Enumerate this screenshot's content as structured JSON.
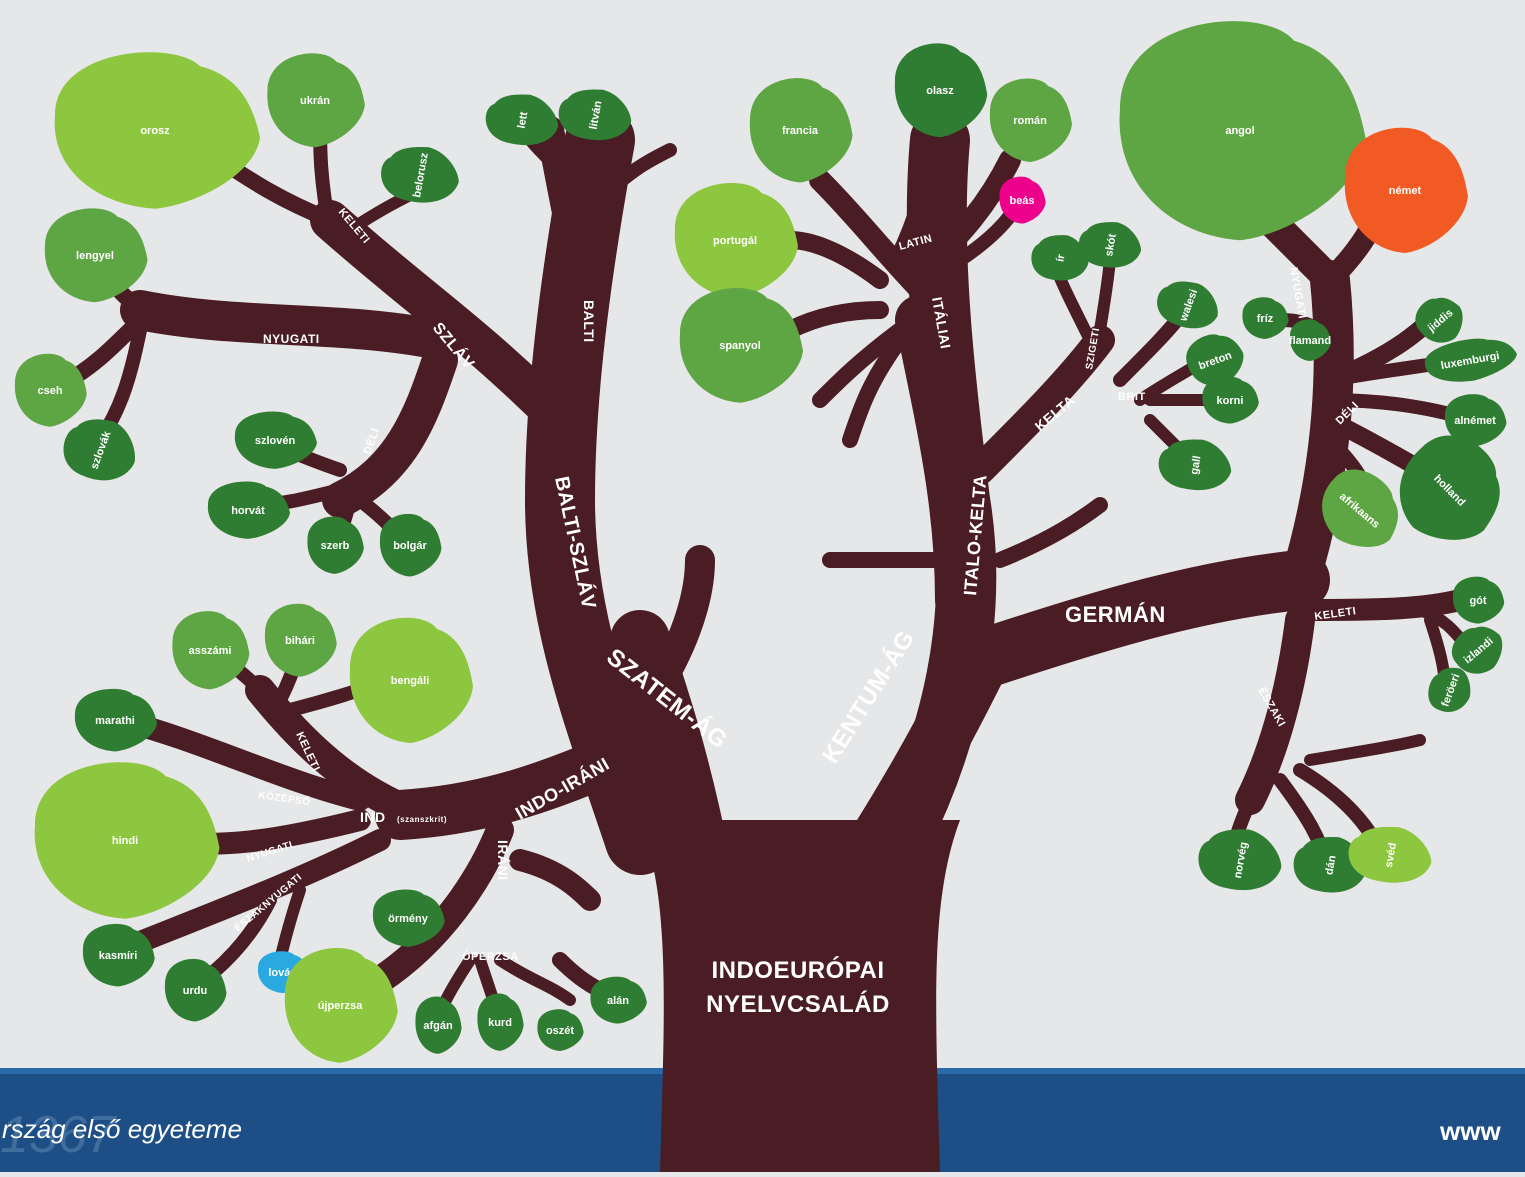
{
  "diagram": {
    "root_label_line1": "INDOEURÓPAI",
    "root_label_line2": "NYELVCSALÁD",
    "branches": {
      "szatem": "SZATEM-ÁG",
      "kentum": "KENTUM-ÁG",
      "balti_szlav": "BALTI-SZLÁV",
      "balti": "BALTI",
      "szlav": "SZLÁV",
      "keleti_szlav": "KELETI",
      "nyugati_szlav": "NYUGATI",
      "deli_szlav": "DÉLI",
      "indo_irani": "INDO-IRÁNI",
      "irani": "IRÁNI",
      "operzsa": "ÓPERZSA",
      "ind": "IND",
      "ind_note": "(szanszkrit)",
      "keleti_ind": "KELETI",
      "kozepso": "KÖZÉPSŐ",
      "nyugati_ind": "NYUGATI",
      "eszaknyugati": "ÉSZAKNYUGATI",
      "italo_kelta": "ITALO-KELTA",
      "italiai": "ITÁLIAI",
      "latin": "LATIN",
      "kelta": "KELTA",
      "szigeti": "SZIGETI",
      "brit": "BRIT",
      "german": "GERMÁN",
      "nyugati_german": "NYUGATI",
      "deli_german": "DÉLI",
      "keleti_german": "KELETI",
      "eszaki": "ÉSZAKI"
    },
    "leaves": {
      "orosz": "orosz",
      "ukran": "ukrán",
      "lengyel": "lengyel",
      "cseh": "cseh",
      "szlovak": "szlovák",
      "belorusz": "belorusz",
      "szloven": "szlovén",
      "horvat": "horvát",
      "szerb": "szerb",
      "bolgar": "bolgár",
      "lett": "lett",
      "litvan": "litván",
      "asszami": "asszámi",
      "bihari": "bihári",
      "bengali": "bengáli",
      "marathi": "marathi",
      "hindi": "hindi",
      "kasmiri": "kasmíri",
      "urdu": "urdu",
      "lovari": "lovári",
      "ujperzsa": "újperzsa",
      "ormeny": "örmény",
      "afgan": "afgán",
      "kurd": "kurd",
      "oszet": "oszét",
      "alan": "alán",
      "francia": "francia",
      "olasz": "olasz",
      "roman": "román",
      "beas": "beás",
      "portugal": "portugál",
      "spanyol": "spanyol",
      "ir": "ír",
      "skot": "skót",
      "walesi": "walesi",
      "breton": "breton",
      "korni": "korni",
      "galli": "gall",
      "angol": "angol",
      "nemet": "német",
      "frz": "fríz",
      "jiddis": "jiddis",
      "luxemburgi": "luxemburgi",
      "holland": "holland",
      "afrikaans": "afrikaans",
      "alnemet": "alnémet",
      "flamand": "flamand",
      "got": "gót",
      "izlandi": "izlandi",
      "feroeri": "feröeri",
      "norveg": "norvég",
      "dan": "dán",
      "sved": "svéd"
    }
  },
  "footer": {
    "year": "1367",
    "slogan": "rszág első egyeteme",
    "url_fragment": "www"
  },
  "colors": {
    "background": "#e6e7e8",
    "trunk": "#4a1c24",
    "leaf_light": "#8dc63f",
    "leaf_mid": "#5ea544",
    "leaf_dark": "#2f7d32",
    "nemet": "#f15a22",
    "beas": "#ec008c",
    "lovari": "#29a9e0",
    "footer_band": "#1d4f86"
  }
}
